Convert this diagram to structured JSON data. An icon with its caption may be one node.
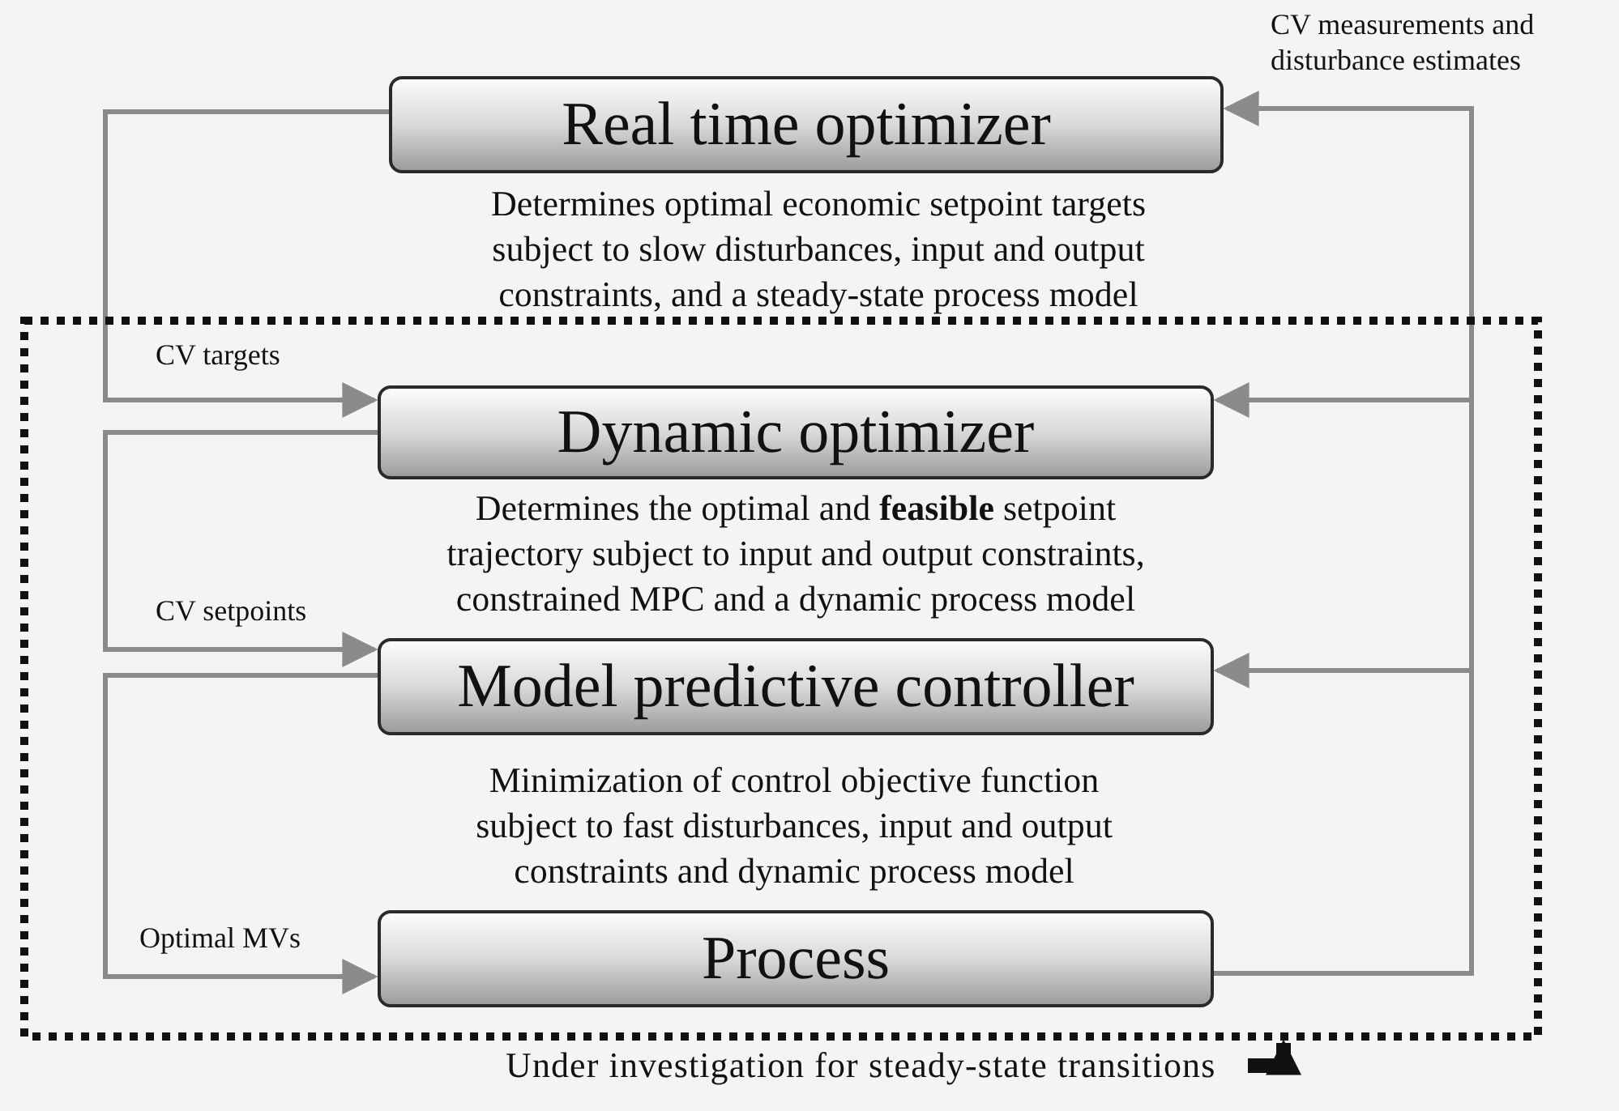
{
  "diagram": {
    "nodes": [
      {
        "text": [
          "Real time optimizer"
        ],
        "beside": [
          "Determines optimal economic setpoint targets subject to slow disturbances, input and output constraints, and a steady-state process model"
        ]
      },
      {
        "text": [],
        "shape": "box"
      },
      {
        "text": [
          "Dynamic optimizer"
        ],
        "in": 1,
        "beside": [
          "Determines the optimal and **feasible** setpoint trajectory subject to input and output constraints, constrained MPC and a dynamic process model"
        ]
      },
      {
        "text": [
          "Model predictive controller"
        ],
        "in": 1,
        "beside": [
          "Minimization of control objective function subject to fast disturbances, input and output constraints and dynamic process model"
        ]
      },
      {
        "text": [
          "Process"
        ],
        "in": 1
      },
      {
        "text": [
          "Under investigation for steady-state transitions"
        ]
      }
    ],
    "edges": [
      {
        "from": 4,
        "to": 0,
        "arrow": "to",
        "label": "CV measurements and disturbance estimates"
      },
      {
        "from": 4,
        "to": 2,
        "arrow": "to"
      },
      {
        "from": 4,
        "to": 3,
        "arrow": "to"
      },
      {
        "from": 0,
        "to": 2,
        "arrow": "to",
        "label": "CV targets"
      },
      {
        "from": 2,
        "to": 3,
        "arrow": "to",
        "label": "CV setpoints"
      },
      {
        "from": 3,
        "to": 4,
        "arrow": "to",
        "label": "Optimal MVs"
      },
      {
        "from": 5,
        "to": 1,
        "arrow": "to",
        "style": "thick",
        "color": "#111111"
      }
    ]
  }
}
